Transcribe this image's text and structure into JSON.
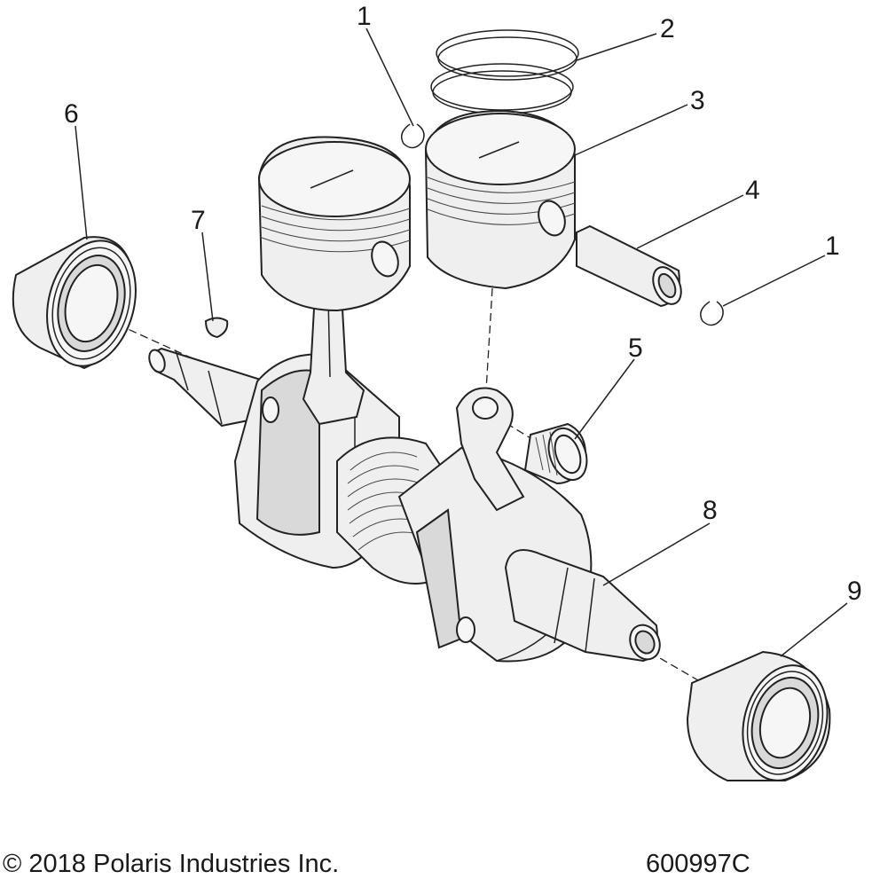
{
  "callouts": [
    {
      "id": "ring-clip-top",
      "label": "1"
    },
    {
      "id": "piston-rings",
      "label": "2"
    },
    {
      "id": "piston",
      "label": "3"
    },
    {
      "id": "piston-pin",
      "label": "4"
    },
    {
      "id": "ring-clip-right",
      "label": "1"
    },
    {
      "id": "needle-bearing",
      "label": "5"
    },
    {
      "id": "main-bearing-left",
      "label": "6"
    },
    {
      "id": "woodruff-key",
      "label": "7"
    },
    {
      "id": "crankshaft",
      "label": "8"
    },
    {
      "id": "main-bearing-right",
      "label": "9"
    }
  ],
  "footer": {
    "copyright": "© 2018 Polaris Industries Inc.",
    "document_number": "600997C"
  }
}
